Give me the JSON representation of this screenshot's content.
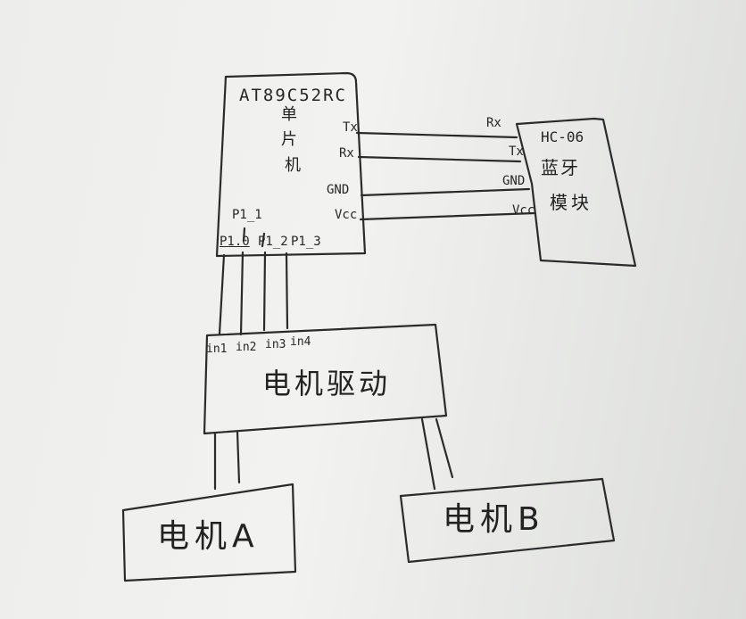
{
  "mcu": {
    "model": "AT89C52RC",
    "type_chars": [
      "单",
      "片",
      "机"
    ],
    "pins": {
      "tx": "Tx",
      "rx": "Rx",
      "gnd": "GND",
      "vcc": "Vcc",
      "p1_0": "P1.0",
      "p1_1": "P1_1",
      "p1_2": "P1_2",
      "p1_3": "P1_3"
    }
  },
  "bt": {
    "model": "HC-06",
    "name_line1": "蓝牙",
    "name_line2": "模块",
    "pins": {
      "rx": "Rx",
      "tx": "Tx",
      "gnd": "GND",
      "vcc": "Vcc"
    }
  },
  "driver": {
    "inputs": [
      "in1",
      "in2",
      "in3",
      "in4"
    ],
    "name": "电机驱动"
  },
  "motor_a": {
    "name": "电机A"
  },
  "motor_b": {
    "name": "电机B"
  }
}
